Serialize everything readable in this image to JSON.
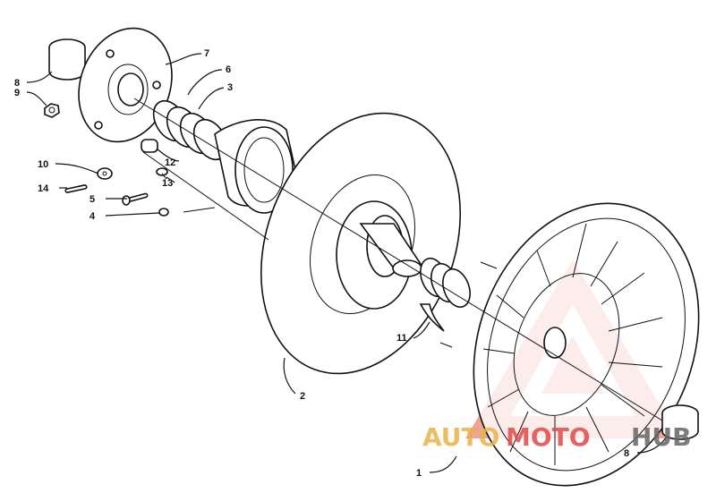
{
  "labels": {
    "l1": "1",
    "l2": "2",
    "l3": "3",
    "l4": "4",
    "l5": "5",
    "l6": "6",
    "l7": "7",
    "l8a": "8",
    "l8b": "8",
    "l9": "9",
    "l10": "10",
    "l11": "11",
    "l12": "12",
    "l13": "13",
    "l14": "14"
  },
  "watermark": {
    "part1": "AUTO",
    "part2": "MOTO",
    "part3": "HUB",
    "color_primary": "#e8b34a",
    "color_secondary": "#e04a4a",
    "color_tertiary": "#666666"
  }
}
